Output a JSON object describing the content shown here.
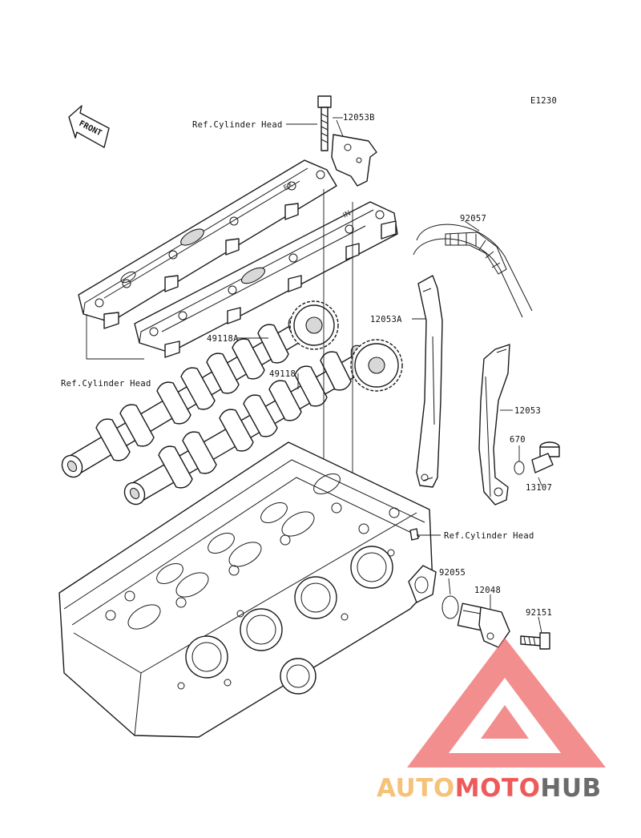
{
  "diagram_code": "E1230",
  "front_label": "FRONT",
  "labels": {
    "ref_top": "Ref.Cylinder Head",
    "p12053B": "12053B",
    "p92057": "92057",
    "p12053A": "12053A",
    "p49118A": "49118A",
    "ref_left": "Ref.Cylinder Head",
    "p49118": "49118",
    "p12053": "12053",
    "p670": "670",
    "p13107": "13107",
    "ref_right": "Ref.Cylinder Head",
    "p92055": "92055",
    "p12048": "12048",
    "p92151": "92151"
  },
  "watermark": {
    "part1": "AUTO",
    "part2": "MOTO",
    "part3": "HUB",
    "color_light": "#f6c27a",
    "color_red": "#ee5a5a",
    "color_dark": "#6b6b6b"
  }
}
